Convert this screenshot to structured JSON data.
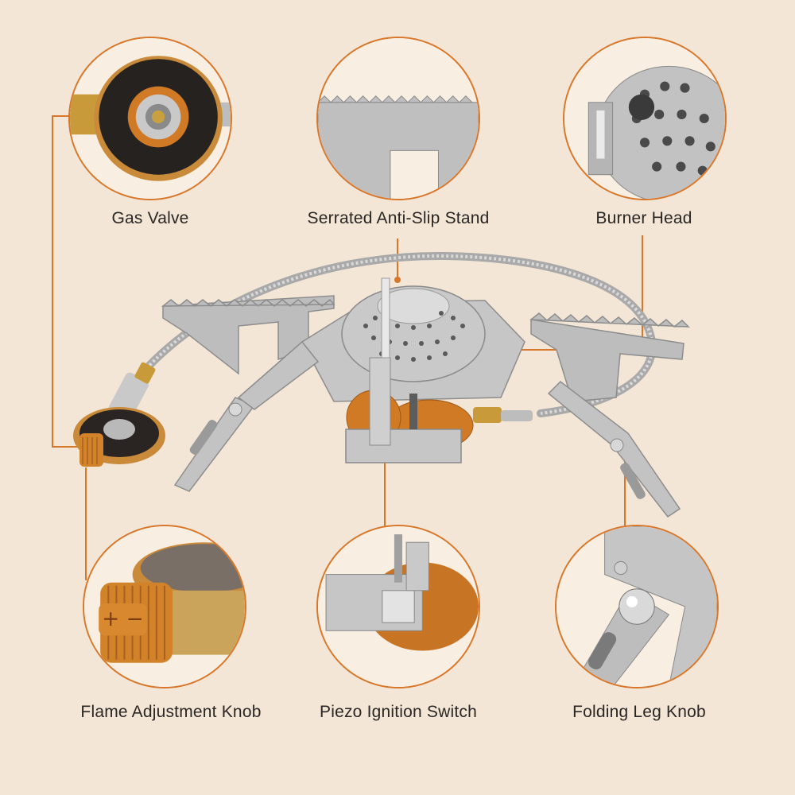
{
  "accent_color": "#d8772a",
  "background_color": "#f3e6d6",
  "labels": {
    "gas_valve": "Gas Valve",
    "anti_slip_stand": "Serrated Anti-Slip Stand",
    "burner_head": "Burner Head",
    "flame_knob": "Flame Adjustment Knob",
    "piezo_switch": "Piezo Ignition Switch",
    "folding_leg_knob": "Folding Leg Knob"
  },
  "knob_markings": "+ −"
}
